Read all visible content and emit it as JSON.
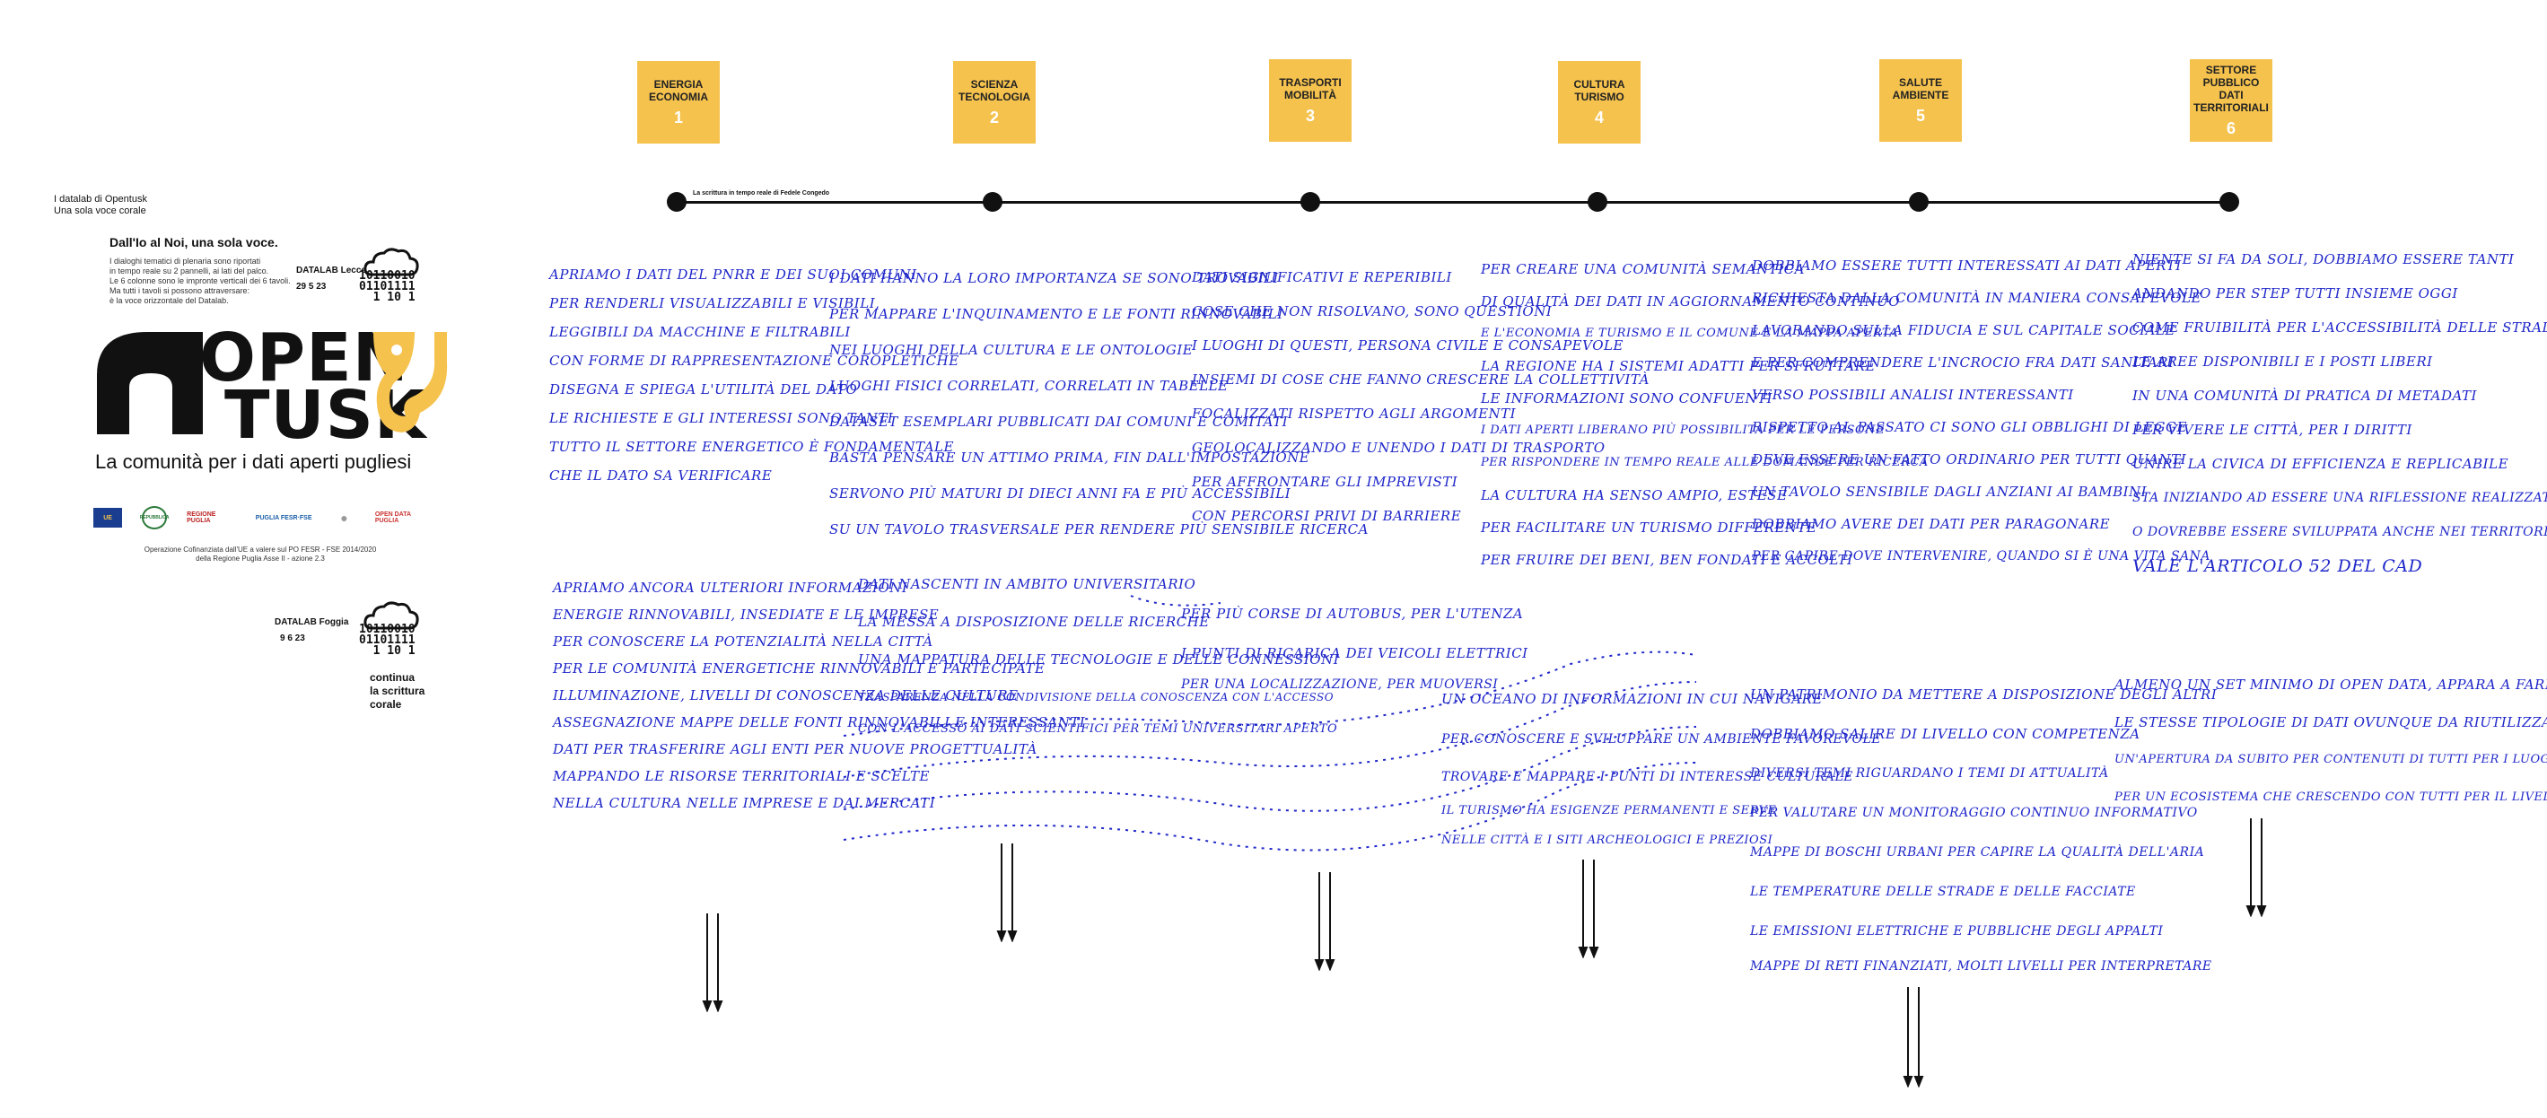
{
  "left_panel": {
    "header_line1": "I datalab di Opentusk",
    "header_line2": "Una sola voce corale",
    "subtitle": "Dall'Io al Noi, una sola voce.",
    "description": [
      "I dialoghi tematici di plenaria sono riportati",
      "in tempo reale su 2 pannelli, ai lati del palco.",
      "Le 6 colonne sono le impronte verticali dei 6 tavoli.",
      "Ma tutti i tavoli si possono attraversare:",
      "è la voce orizzontale del Datalab."
    ],
    "datalab_lecce_label": "DATALAB Lecce",
    "datalab_lecce_date": "29 5 23",
    "binary_1": "10110010\n01101111\n  1 10 1",
    "logo_line1": "OPEN",
    "logo_line2": "TUSK",
    "tagline": "La comunità per i dati aperti pugliesi",
    "partners": [
      "UE",
      "REPUBBLICA",
      "REGIONE PUGLIA",
      "PUGLIA FESR·FSE",
      "●",
      "OPEN DATA PUGLIA"
    ],
    "operation_text": [
      "Operazione Cofinanziata dall'UE a valere sul PO FESR - FSE 2014/2020",
      "della Regione Puglia Asse II - azione 2.3"
    ],
    "datalab_foggia_label": "DATALAB Foggia",
    "datalab_foggia_date": "9 6 23",
    "binary_2": "10110010\n01101111\n  1 10 1",
    "continua": [
      "continua",
      "la scrittura",
      "corale"
    ]
  },
  "topics": [
    {
      "label": "ENERGIA ECONOMIA",
      "num": "1"
    },
    {
      "label": "SCIENZA TECNOLOGIA",
      "num": "2"
    },
    {
      "label": "TRASPORTI MOBILITÀ",
      "num": "3"
    },
    {
      "label": "CULTURA TURISMO",
      "num": "4"
    },
    {
      "label": "SALUTE AMBIENTE",
      "num": "5"
    },
    {
      "label": "SETTORE PUBBLICO DATI TERRITORIALI",
      "num": "6"
    }
  ],
  "timeline_caption": "La scrittura in tempo reale di Fedele Congedo",
  "colors": {
    "topic_bg": "#f5c24d",
    "ink": "#1f27c9"
  },
  "handwriting": {
    "col1_top": [
      "Apriamo i dati del Pnrr e dei suoi comuni",
      "per renderli visualizzabili e visibili,",
      "leggibili da macchine e filtrabili",
      "con forme di rappresentazione coropletiche",
      "disegna e spiega l'utilità del dato",
      "le richieste e gli interessi sono tanti",
      "tutto il settore energetico è fondamentale",
      "che il dato sa verificare"
    ],
    "col1_bottom": [
      "Apriamo ancora ulteriori informazioni",
      "energie rinnovabili, insediate e le imprese",
      "per conoscere la potenzialità nella città",
      "per le comunità energetiche rinnovabili e partecipate",
      "illuminazione, livelli di conoscenza delle culture",
      "assegnazione mappe delle fonti rinnovabili e interessanti",
      "dati per trasferire agli enti per nuove progettualità",
      "mappando le risorse territoriali e scelte",
      "nella cultura nelle imprese e dai mercati"
    ],
    "col2_top": [
      "I dati hanno la loro importanza se sono trovabili",
      "per mappare l'inquinamento e le fonti rinnovabili",
      "nei luoghi della cultura e le ontologie",
      "luoghi fisici correlati, correlati in tabelle",
      "dataset esemplari pubblicati dai comuni e comitati",
      "basta pensare un attimo prima, fin dall'impostazione",
      "servono più maturi di dieci anni fa e più accessibili",
      "su un tavolo trasversale per rendere più sensibile ricerca"
    ],
    "col2_bottom": [
      "dati nascenti in ambito universitario",
      "la messa a disposizione delle ricerche",
      "una mappatura delle tecnologie e delle connessioni",
      "trasparenza nella condivisione della conoscenza con l'accesso",
      "con l'accesso ai dati scientifici per temi universitari aperto"
    ],
    "col3_top": [
      "dati significativi e reperibili",
      "cose che non risolvano, sono questioni",
      "i luoghi di questi, persona civile e consapevole",
      "insiemi di cose che fanno crescere la collettività",
      "focalizzati rispetto agli argomenti",
      "geolocalizzando e unendo i dati di trasporto",
      "per affrontare gli imprevisti",
      "con percorsi privi di barriere"
    ],
    "col3_bottom": [
      "per più corse di autobus, per l'utenza",
      "i punti di ricarica dei veicoli elettrici",
      "per una localizzazione, per muoversi"
    ],
    "col4_top": [
      "per creare una comunità semantica",
      "di qualità dei dati in aggiornamento continuo",
      "e l'economia e turismo e il comune e la mappa aperta",
      "la regione ha i sistemi adatti per sfruttare",
      "le informazioni sono confuenti",
      "i dati aperti liberano più possibilità per le persone",
      "per rispondere in tempo reale alle domande per ricerca",
      "la cultura ha senso ampio, estese",
      "per facilitare un turismo differente",
      "per fruire dei beni, ben fondati e accolti"
    ],
    "col4_bottom": [
      "un oceano di informazioni in cui navigare",
      "per conoscere e sviluppare un ambiente favorevole",
      "trovare e mappare i punti di interesse culturale",
      "il turismo ha esigenze permanenti e serve",
      "nelle città e i siti archeologici e preziosi"
    ],
    "col5_top": [
      "dobbiamo essere tutti interessati ai dati aperti",
      "richiesta dalla comunità in maniera consapevole",
      "lavorando sulla fiducia e sul capitale sociale",
      "e per comprendere l'incrocio fra dati sanitari",
      "verso possibili analisi interessanti",
      "rispetto al passato ci sono gli obblighi di legge",
      "deve essere un fatto ordinario per tutti quanti",
      "un tavolo sensibile dagli anziani ai bambini",
      "dobbiamo avere dei dati per paragonare",
      "per capire dove intervenire, quando si è una vita sana"
    ],
    "col5_bottom": [
      "un patrimonio da mettere a disposizione degli altri",
      "dobbiamo salire di livello con competenza",
      "diversi temi riguardano i temi di attualità",
      "per valutare un monitoraggio continuo informativo",
      "mappe di boschi urbani per capire la qualità dell'aria",
      "le temperature delle strade e delle facciate",
      "le emissioni elettriche e pubbliche degli appalti",
      "mappe di reti finanziati, molti livelli per interpretare"
    ],
    "col6_top": [
      "niente si fa da soli, dobbiamo essere tanti",
      "andando per step tutti insieme oggi",
      "come fruibilità per l'accessibilità delle strade",
      "le aree disponibili e i posti liberi",
      "in una comunità di pratica di metadati",
      "per vivere le città, per i diritti",
      "unire la civica di efficienza e replicabile",
      "sta iniziando ad essere una riflessione realizzata",
      "o dovrebbe essere sviluppata anche nei territori",
      "vale l'articolo 52 del CAD"
    ],
    "col6_bottom": [
      "almeno un set minimo di open data, appara a fare",
      "le stesse tipologie di dati ovunque da riutilizzare",
      "un'apertura da subito per contenuti di tutti per i luoghi",
      "per un ecosistema che crescendo con tutti per il livello"
    ]
  }
}
